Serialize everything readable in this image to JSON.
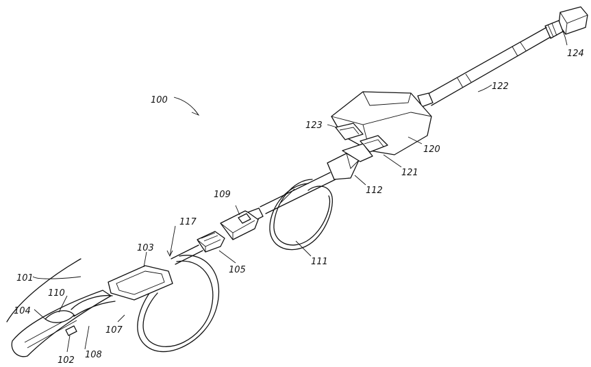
{
  "labels": {
    "ref_100": "100",
    "ref_101": "101",
    "ref_102": "102",
    "ref_103": "103",
    "ref_104": "104",
    "ref_105": "105",
    "ref_107": "107",
    "ref_108": "108",
    "ref_109": "109",
    "ref_110": "110",
    "ref_111": "111",
    "ref_112": "112",
    "ref_117": "117",
    "ref_120": "120",
    "ref_121": "121",
    "ref_122": "122",
    "ref_123": "123",
    "ref_124": "124"
  }
}
